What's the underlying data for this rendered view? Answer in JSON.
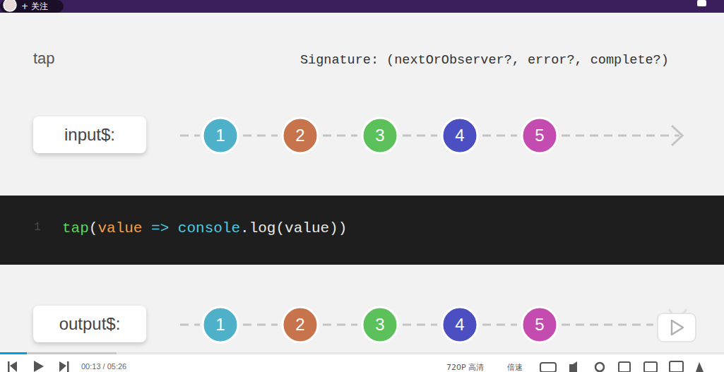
{
  "diagram": {
    "title": "tap",
    "nodes": [
      {
        "text": [
          "input$:"
        ]
      },
      {
        "text": [
          "1"
        ]
      },
      {
        "text": [
          "2"
        ]
      },
      {
        "text": [
          "3"
        ]
      },
      {
        "text": [
          "4"
        ]
      },
      {
        "text": [
          "5"
        ]
      },
      {
        "text": [
          "output$:"
        ]
      },
      {
        "text": [
          "1"
        ]
      },
      {
        "text": [
          "2"
        ]
      },
      {
        "text": [
          "3"
        ]
      },
      {
        "text": [
          "4"
        ]
      },
      {
        "text": [
          "5"
        ]
      }
    ],
    "edges": [
      {
        "from": 1,
        "to": 2,
        "arrow": "none"
      },
      {
        "from": 2,
        "to": 3,
        "arrow": "none"
      },
      {
        "from": 3,
        "to": 4,
        "arrow": "none"
      },
      {
        "from": 4,
        "to": 5,
        "arrow": "none"
      },
      {
        "from": 7,
        "to": 8,
        "arrow": "none"
      },
      {
        "from": 8,
        "to": 9,
        "arrow": "none"
      },
      {
        "from": 9,
        "to": 10,
        "arrow": "none"
      },
      {
        "from": 10,
        "to": 11,
        "arrow": "none"
      }
    ],
    "labels": [
      "+ 关注",
      "Signature: (nextOrObserver?, error?, complete?)",
      "1",
      "tap",
      "(",
      "value",
      "=>",
      "console",
      ".log(value))",
      "00:13 / 05:26",
      "720P 高清",
      "倍速"
    ]
  }
}
